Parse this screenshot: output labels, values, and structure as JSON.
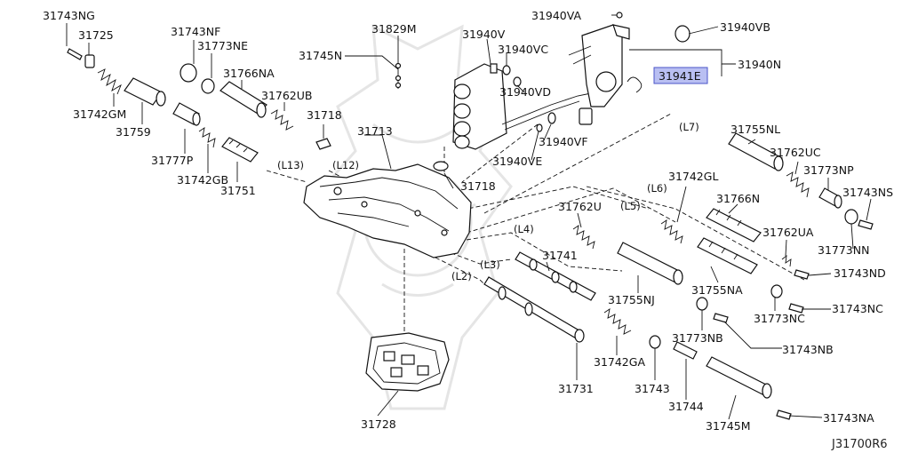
{
  "diagram": {
    "code": "J31700R6",
    "highlight_color": "#b9bff2",
    "part_labels": {
      "p31743NG": "31743NG",
      "p31725": "31725",
      "p31743NF": "31743NF",
      "p31773NE": "31773NE",
      "p31766NA": "31766NA",
      "p31762UB": "31762UB",
      "p31742GM": "31742GM",
      "p31759": "31759",
      "p31777P": "31777P",
      "p31742GB": "31742GB",
      "p31751": "31751",
      "p31745N": "31745N",
      "p31829M": "31829M",
      "p31718a": "31718",
      "p31713": "31713",
      "p31718b": "31718",
      "p31940VA": "31940VA",
      "p31940VB": "31940VB",
      "p31940V": "31940V",
      "p31940VC": "31940VC",
      "p31940VD": "31940VD",
      "p31940N": "31940N",
      "p31941E": "31941E",
      "p31940VF": "31940VF",
      "p31940VE": "31940VE",
      "p31755NL": "31755NL",
      "p31762UC": "31762UC",
      "p31773NP": "31773NP",
      "p31742GL": "31742GL",
      "p31743NS": "31743NS",
      "p31766N": "31766N",
      "p31762UA": "31762UA",
      "p31773NN": "31773NN",
      "p31762U": "31762U",
      "p31743ND": "31743ND",
      "p31741": "31741",
      "p31755NA": "31755NA",
      "p31755NJ": "31755NJ",
      "p31743NC": "31743NC",
      "p31773NC": "31773NC",
      "p31773NB": "31773NB",
      "p31743NB": "31743NB",
      "p31742GA": "31742GA",
      "p31731": "31731",
      "p31743": "31743",
      "p31744": "31744",
      "p31745M": "31745M",
      "p31743NA": "31743NA",
      "p31728": "31728"
    },
    "line_labels": {
      "L13": "(L13)",
      "L12": "(L12)",
      "L7": "(L7)",
      "L6": "(L6)",
      "L5": "(L5)",
      "L4": "(L4)",
      "L3": "(L3)",
      "L2": "(L2)"
    }
  }
}
